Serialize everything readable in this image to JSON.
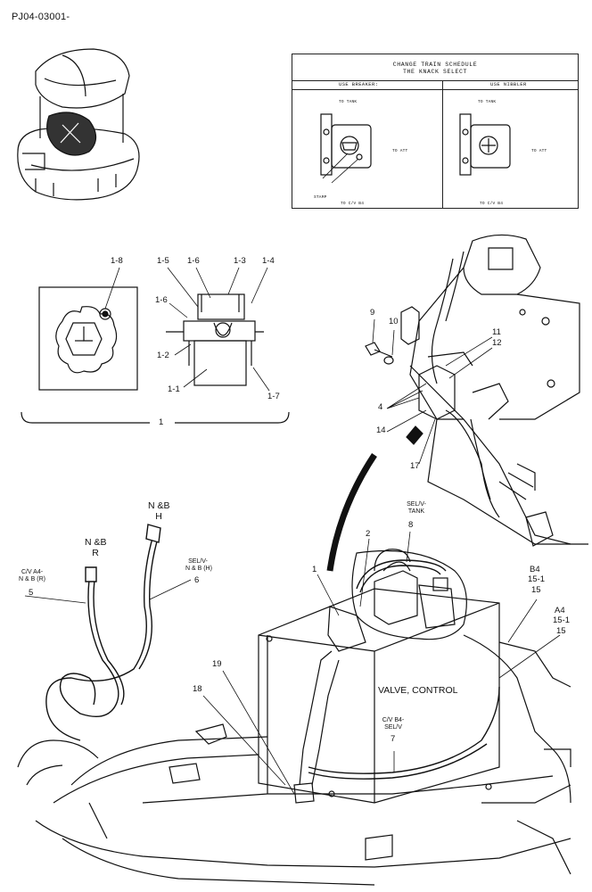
{
  "page_id": "PJ04-03001-",
  "schedule": {
    "title_line1": "CHANGE TRAIN SCHEDULE",
    "title_line2": "THE KNACK SELECT",
    "col_left": "USE BREAKER:",
    "col_right": "USE NIBBLER",
    "left_to_tank": "TO TANK",
    "left_to_att": "TO ATT",
    "left_stamp": "STAMP",
    "left_to_cv": "TO C/V B4",
    "right_to_tank": "TO TANK",
    "right_to_att": "TO ATT",
    "right_to_cv": "TO C/V B4"
  },
  "detail": {
    "label_1_8": "1-8",
    "label_1_5": "1-5",
    "label_1_6a": "1-6",
    "label_1_3": "1-3",
    "label_1_4": "1-4",
    "label_1_6b": "1-6",
    "label_1_2": "1-2",
    "label_1_1": "1-1",
    "label_1_7": "1-7",
    "label_1": "1"
  },
  "callouts": {
    "c9": "9",
    "c10": "10",
    "c11": "11",
    "c12": "12",
    "c4": "4",
    "c14": "14",
    "c17": "17",
    "c2": "2",
    "c1": "1",
    "c19": "19",
    "c18": "18",
    "c5": "5",
    "c6": "6",
    "c8": "8",
    "c7": "7",
    "c15a": "15",
    "c15_1a": "15-1",
    "c15b": "15",
    "c15_1b": "15-1"
  },
  "hoses": {
    "nb_h_line1": "N &B",
    "nb_h_line2": "H",
    "nb_r_line1": "N &B",
    "nb_r_line2": "R",
    "cv_a4_line1": "C/V A4-",
    "cv_a4_line2": "N & B (R)",
    "sel_nb_line1": "SEL/V-",
    "sel_nb_line2": "N & B (H)",
    "sel_tank_line1": "SEL/V-",
    "sel_tank_line2": "TANK",
    "cv_b4_line1": "C/V B4-",
    "cv_b4_line2": "SEL/V",
    "b4": "B4",
    "a4": "A4"
  },
  "main_label": "VALVE, CONTROL",
  "icons": [
    "machine-overview-icon",
    "valve-detail-icon",
    "arrow-icon"
  ]
}
